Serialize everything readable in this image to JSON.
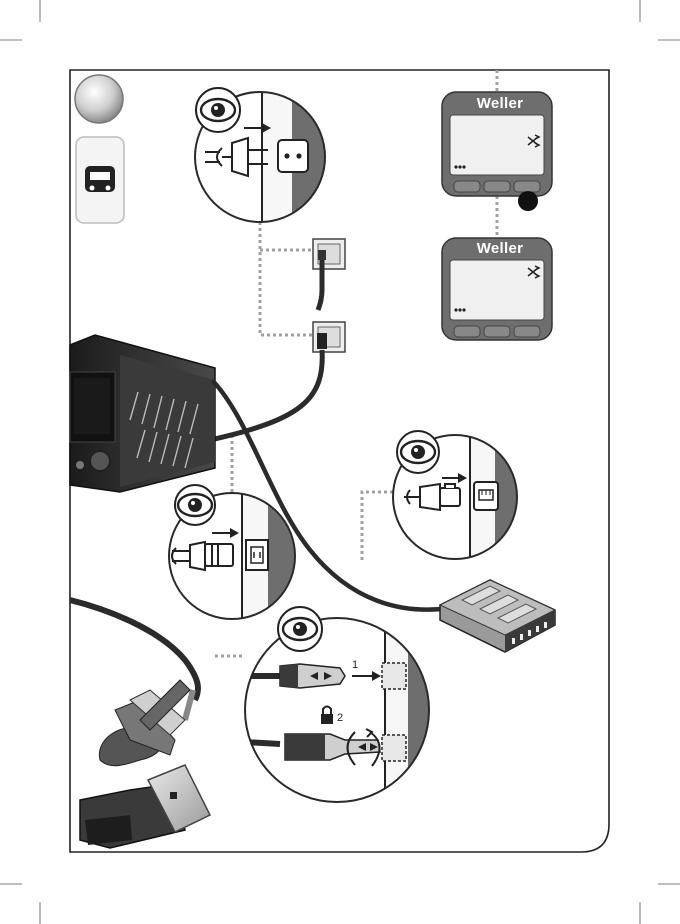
{
  "brand": "Weller",
  "steps": {
    "plug_direction": "1",
    "lock_direction": "2"
  },
  "colors": {
    "frame": "#222222",
    "station_dark": "#2a2a2a",
    "station_mid": "#555555",
    "panel_gray": "#6e6e6e",
    "display_bg": "#f0f0f0",
    "cable": "#2b2b2b",
    "dotted": "#a0a0a0",
    "bubble_stroke": "#2a2a2a"
  },
  "icons": {
    "eye": "eye-icon",
    "power_plug": "power-plug-icon",
    "socket": "schuko-socket-icon",
    "iec": "iec-connector-icon",
    "rj45": "rj45-connector-icon",
    "shuffle": "shuffle-icon",
    "lock": "padlock-icon"
  }
}
